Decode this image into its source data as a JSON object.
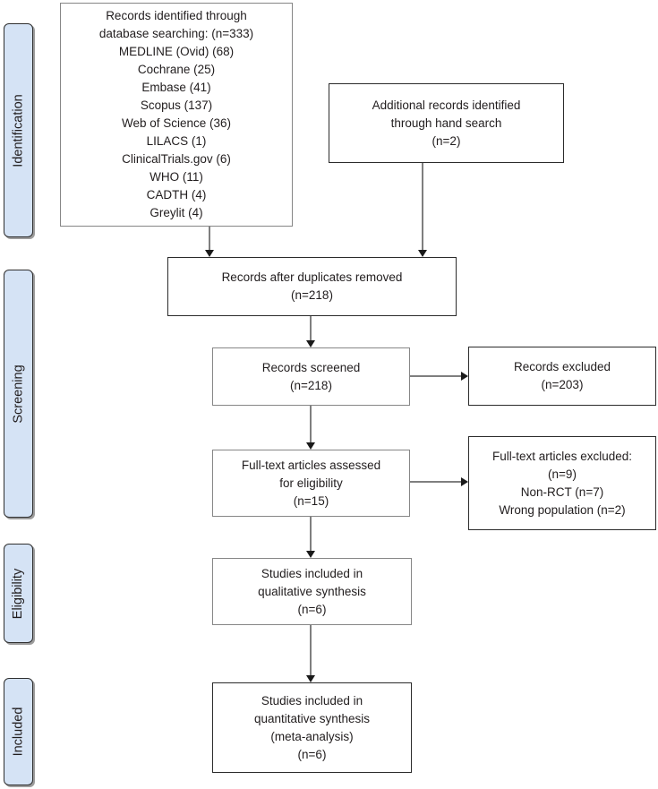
{
  "sidebar": {
    "stages": [
      {
        "label": "Identification"
      },
      {
        "label": "Screening"
      },
      {
        "label": "Eligibility"
      },
      {
        "label": "Included"
      }
    ]
  },
  "boxes": {
    "identified": {
      "lines": [
        "Records identified through",
        "database searching: (n=333)",
        "MEDLINE (Ovid) (68)",
        "Cochrane (25)",
        "Embase (41)",
        "Scopus (137)",
        "Web of Science (36)",
        "LILACS (1)",
        "ClinicalTrials.gov (6)",
        "WHO (11)",
        "CADTH (4)",
        "Greylit (4)"
      ]
    },
    "additional": {
      "lines": [
        "Additional records identified",
        "through hand search",
        "(n=2)"
      ]
    },
    "duplicates": {
      "lines": [
        "Records after duplicates removed",
        "(n=218)"
      ]
    },
    "screened": {
      "lines": [
        "Records screened",
        "(n=218)"
      ]
    },
    "excluded": {
      "lines": [
        "Records excluded",
        "(n=203)"
      ]
    },
    "assessed": {
      "lines": [
        "Full-text articles assessed",
        "for eligibility",
        "(n=15)"
      ]
    },
    "fulltext_excluded": {
      "lines": [
        "Full-text articles excluded:",
        "(n=9)",
        "Non-RCT (n=7)",
        "Wrong population (n=2)"
      ]
    },
    "qualitative": {
      "lines": [
        "Studies included in",
        "qualitative synthesis",
        "(n=6)"
      ]
    },
    "quantitative": {
      "lines": [
        "Studies included in",
        "quantitative synthesis",
        "(meta-analysis)",
        "(n=6)"
      ]
    }
  },
  "colors": {
    "sidebar_fill": "#d5e3f5",
    "sidebar_border": "#2f2f2f",
    "box_border_gray": "#868686",
    "box_border_dark": "#2b2b2b",
    "arrow_line": "#7f7f7f",
    "arrowhead": "#1a1a1a",
    "text": "#211d1e"
  }
}
